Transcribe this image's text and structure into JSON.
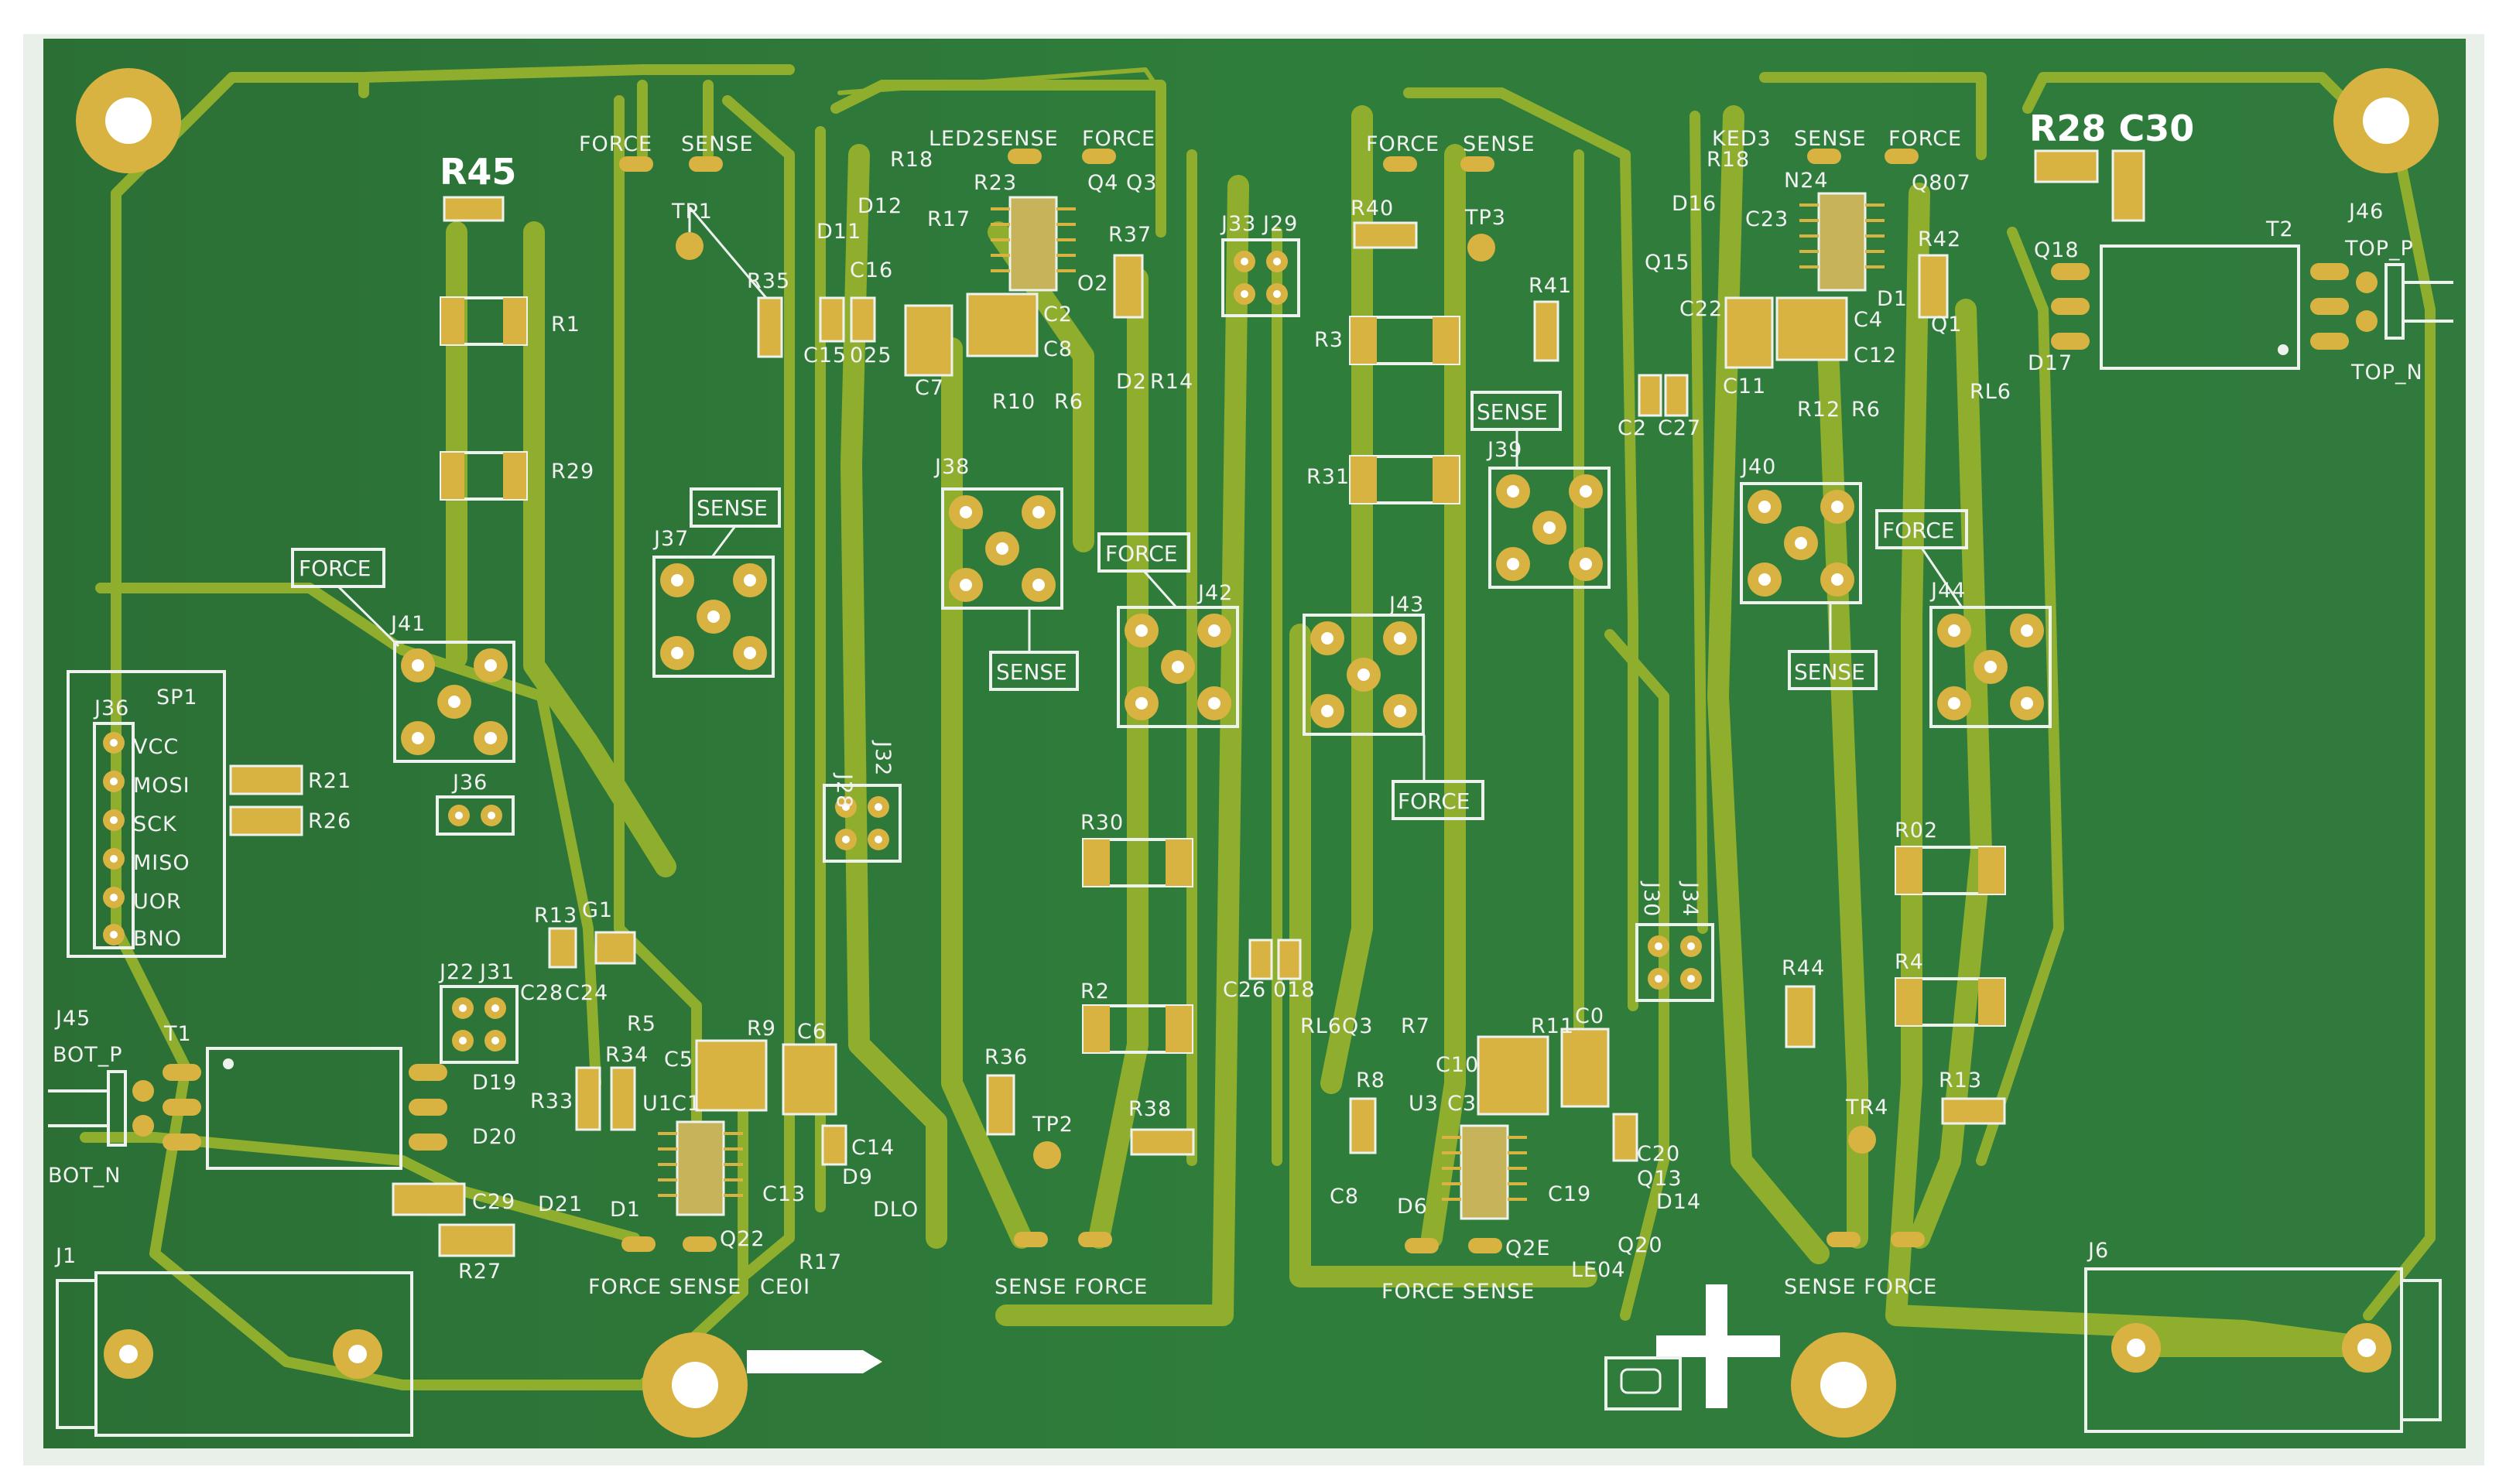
{
  "board": {
    "colors": {
      "soldermask": "#2e7d3a",
      "copper_trace": "#8fae2e",
      "pad_gold": "#d9b341",
      "silkscreen": "#f2f2f2"
    },
    "top_refs": {
      "r45": "R45",
      "r28c30": "R28 C30"
    },
    "left": {
      "header_j36": "J36",
      "header_sp1": "SP1",
      "pins": [
        "VCC",
        "MOSI",
        "SCK",
        "MISO",
        "UOR",
        "BNO"
      ],
      "r21": "R21",
      "r26": "R26",
      "r1": "R1",
      "r29": "R29",
      "j41": "J41",
      "j37": "J37",
      "j36b": "J36",
      "j22": "J22",
      "j31": "J31",
      "force": "FORCE",
      "sense": "SENSE",
      "tp1": "TP1",
      "r35": "R35",
      "r13": "R13",
      "g1": "G1",
      "c28": "C28",
      "c24": "C24",
      "d19": "D19",
      "d20": "D20",
      "r34": "R34",
      "r33": "R33",
      "j45": "J45",
      "bot_p": "BOT_P",
      "bot_n": "BOT_N",
      "t1": "T1",
      "c29": "C29",
      "r27": "R27",
      "j1": "J1"
    },
    "mid_left": {
      "led2sense": "LED2SENSE",
      "force": "FORCE",
      "r18": "R18",
      "r23": "R23",
      "r17": "R17",
      "d12": "D12",
      "d11": "D11",
      "c16": "C16",
      "c15": "C15",
      "o25": "025",
      "c7": "C7",
      "r10": "R10",
      "r6": "R6",
      "c2": "C2",
      "c8": "C8",
      "o2": "O2",
      "r37": "R37",
      "q4": "Q4",
      "q3": "Q3",
      "d2": "D2",
      "r14": "R14",
      "j38": "J38",
      "sense": "SENSE",
      "j42": "J42",
      "j28": "J28",
      "j32": "J32",
      "r30": "R30",
      "r2": "R2",
      "r36": "R36",
      "tp2": "TP2",
      "r38": "R38",
      "r5": "R5",
      "r9": "R9",
      "c5": "C5",
      "c6": "C6",
      "u1": "U1",
      "c1": "C1",
      "c13": "C13",
      "c14": "C14",
      "d9": "D9",
      "d10": "DLO",
      "d21": "D21",
      "d1": "D1",
      "q22": "Q22",
      "ce01": "CE0I",
      "r17b": "R17",
      "force_sense_l": "FORCE SENSE",
      "sense_force_m": "SENSE FORCE"
    },
    "mid_right": {
      "j33": "J33",
      "j29": "J29",
      "r40": "R40",
      "tp3": "TP3",
      "r41": "R41",
      "force": "FORCE",
      "sense": "SENSE",
      "r3": "R3",
      "r31": "R31",
      "j39": "J39",
      "j43": "J43",
      "c26": "C26",
      "d18": "018",
      "rl6q3": "RL6Q3",
      "r7": "R7",
      "r11": "R11",
      "c0": "C0",
      "c10": "C10",
      "r8": "R8",
      "u3": "U3",
      "c3": "C3",
      "c20": "C20",
      "q13": "Q13",
      "d14": "D14",
      "c19": "C19",
      "c8b": "C8",
      "d6": "D6",
      "q2e": "Q2E",
      "q20": "Q20",
      "led4": "LE04",
      "force_sense_r": "FORCE SENSE",
      "j30": "J30",
      "j34": "J34"
    },
    "right": {
      "ked3": "KED3",
      "sense": "SENSE",
      "force": "FORCE",
      "r18": "R18",
      "n24": "N24",
      "d16": "D16",
      "c23": "C23",
      "q15": "Q15",
      "c22": "C22",
      "c11": "C11",
      "c4": "C4",
      "c12": "C12",
      "r12": "R12",
      "r6": "R6",
      "q807": "Q807",
      "r42": "R42",
      "d1": "D1",
      "q1": "Q1",
      "rl6": "RL6",
      "c2": "C2",
      "c27": "C27",
      "j40": "J40",
      "j44": "J44",
      "r02": "R02",
      "r4": "R4",
      "r44": "R44",
      "r13": "R13",
      "tr4": "TR4",
      "sense_force": "SENSE FORCE",
      "q18": "Q18",
      "d17": "D17",
      "t2": "T2",
      "j46": "J46",
      "top_p": "TOP_P",
      "top_n": "TOP_N",
      "j6": "J6"
    }
  }
}
